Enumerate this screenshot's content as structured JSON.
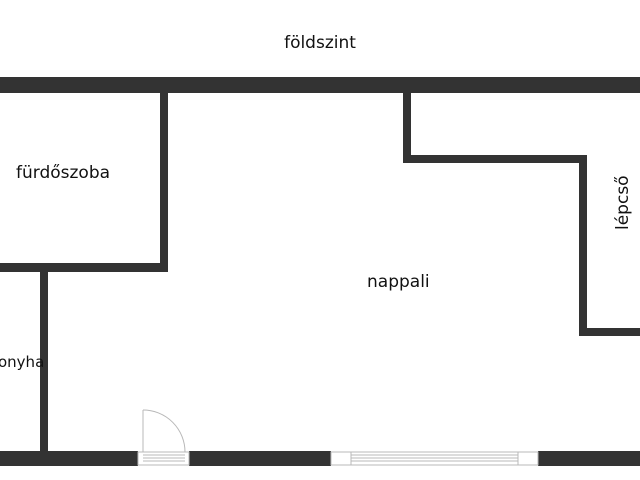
{
  "floor": {
    "title": "földszint"
  },
  "rooms": [
    {
      "id": "bathroom",
      "label": "fürdőszoba"
    },
    {
      "id": "living",
      "label": "nappali"
    },
    {
      "id": "stairs",
      "label": "lépcső"
    },
    {
      "id": "kitchen",
      "label": "onyha"
    }
  ],
  "colors": {
    "wall": "#333333",
    "background": "#ffffff",
    "fixture_line": "#b8b8b8"
  }
}
